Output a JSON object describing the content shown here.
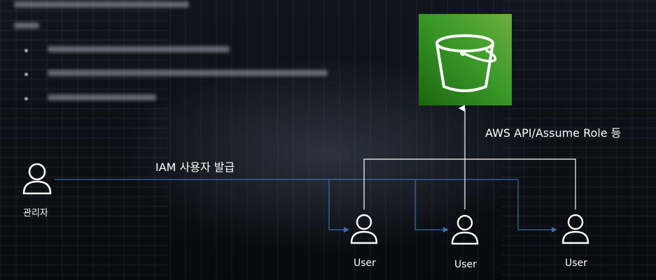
{
  "labels": {
    "admin": "관리자",
    "issue_iam_user": "IAM 사용자 발급",
    "aws_api": "AWS API/Assume Role 등",
    "users": [
      "User",
      "User",
      "User"
    ]
  },
  "icons": {
    "storage": "s3-bucket-icon",
    "person": "person-outline-icon"
  },
  "colors": {
    "s3_green_dark": "#1b660f",
    "s3_green_light": "#6cae3e",
    "arrow_blue": "#3a6fb5",
    "line_white": "#ffffff"
  }
}
